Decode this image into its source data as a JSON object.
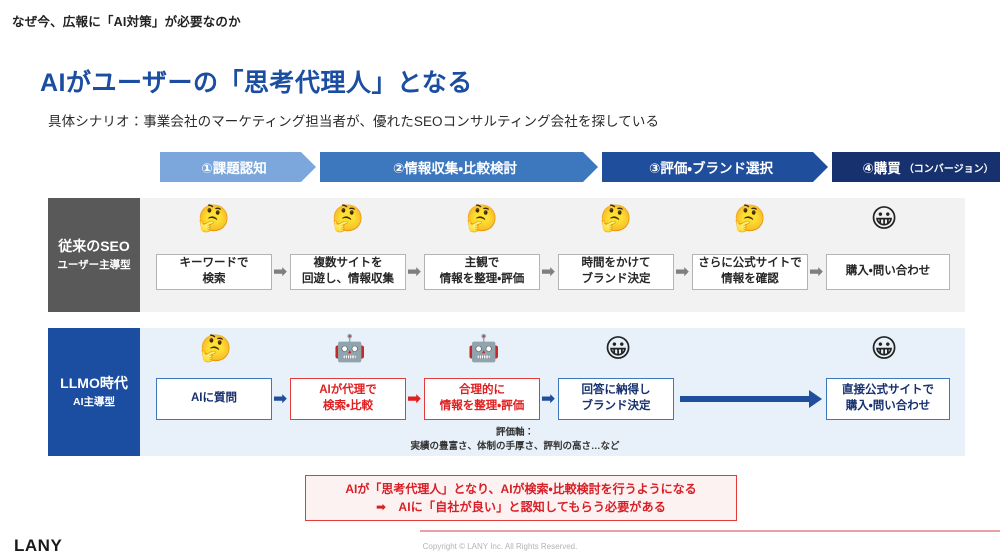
{
  "header": {
    "kicker": "なぜ今、広報に「AI対策」が必要なのか",
    "title": "AIがユーザーの「思考代理人」となる",
    "subtitle": "具体シナリオ：事業会社のマーケティング担当者が、優れたSEOコンサルティング会社を探している"
  },
  "stages": [
    {
      "label": "①課題認知",
      "sub": "",
      "color": "#7ba7dc"
    },
    {
      "label": "②情報収集・比較検討",
      "sub": "",
      "color": "#3d78bf"
    },
    {
      "label": "③評価・ブランド選択",
      "sub": "",
      "color": "#1f4e9c"
    },
    {
      "label": "④購買",
      "sub": "（コンバージョン）",
      "color": "#17306e"
    }
  ],
  "rows": [
    {
      "label_main": "従来のSEO",
      "label_sub": "ユーザー主導型",
      "label_color": "#595959",
      "band_color": "#f2f2f2",
      "steps": [
        {
          "text": "キーワードで\n検索",
          "emoji": "🤔",
          "style": "gray"
        },
        {
          "text": "複数サイトを\n回遊し、情報収集",
          "emoji": "🤔",
          "style": "gray"
        },
        {
          "text": "主観で\n情報を整理・評価",
          "emoji": "🤔",
          "style": "gray"
        },
        {
          "text": "時間をかけて\nブランド決定",
          "emoji": "🤔",
          "style": "gray"
        },
        {
          "text": "さらに公式サイトで\n情報を確認",
          "emoji": "🤔",
          "style": "gray"
        },
        {
          "text": "購入・問い合わせ",
          "emoji": "😀",
          "style": "gray"
        }
      ],
      "arrows": [
        "➡",
        "➡",
        "➡",
        "➡",
        "➡"
      ]
    },
    {
      "label_main": "LLMO時代",
      "label_sub": "AI主導型",
      "label_color": "#1b4da0",
      "band_color": "#e8f1fa",
      "steps": [
        {
          "text": "AIに質問",
          "emoji": "🤔",
          "style": "blue"
        },
        {
          "text": "AIが代理で\n検索・比較",
          "emoji": "🤖",
          "style": "red"
        },
        {
          "text": "合理的に\n情報を整理・評価",
          "emoji": "🤖",
          "style": "red"
        },
        {
          "text": "回答に納得し\nブランド決定",
          "emoji": "😀",
          "style": "blue"
        },
        {
          "text": "直接公式サイトで\n購入・問い合わせ",
          "emoji": "😀",
          "style": "blue"
        }
      ],
      "arrows": [
        "➡",
        "➡",
        "➡"
      ],
      "axis_note": "評価軸：\n実績の豊富さ、体制の手厚さ、評判の高さ…など"
    }
  ],
  "callout": {
    "line1": "AIが「思考代理人」となり、AIが検索・比較検討を行うようになる",
    "line2": "➡　AIに「自社が良い」と認知してもらう必要がある",
    "border_color": "#e33a3a",
    "text_color": "#d81f26"
  },
  "footer": {
    "logo": "LANY",
    "copyright": "Copyright © LANY Inc. All Rights Reserved."
  }
}
